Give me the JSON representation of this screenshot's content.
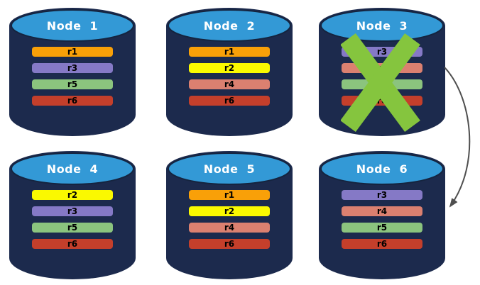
{
  "colors": {
    "canvas_bg": "#FFFFFF",
    "cylinder_body": "#1C2A4D",
    "cylinder_top": "#3399D6",
    "cylinder_top_rim": "#15243F",
    "failure_x": "#85C53E",
    "arrow": "#4F4F4F",
    "node_title_text": "#FFFFFF",
    "replica_text": "#000000"
  },
  "nodes": [
    {
      "id": "node-1",
      "title": "Node 1",
      "failed": false,
      "replicas": [
        {
          "label": "r1",
          "color": "#F9A008"
        },
        {
          "label": "r3",
          "color": "#8579C6"
        },
        {
          "label": "r5",
          "color": "#8BC47E"
        },
        {
          "label": "r6",
          "color": "#C43F2B"
        }
      ]
    },
    {
      "id": "node-2",
      "title": "Node 2",
      "failed": false,
      "replicas": [
        {
          "label": "r1",
          "color": "#F9A008"
        },
        {
          "label": "r2",
          "color": "#FAF900"
        },
        {
          "label": "r4",
          "color": "#DB8070"
        },
        {
          "label": "r6",
          "color": "#C43F2B"
        }
      ]
    },
    {
      "id": "node-3",
      "title": "Node 3",
      "failed": true,
      "replicas": [
        {
          "label": "r3",
          "color": "#8579C6"
        },
        {
          "label": "r4",
          "color": "#DB8070"
        },
        {
          "label": "r5",
          "color": "#8BC47E"
        },
        {
          "label": "r6",
          "color": "#C43F2B"
        }
      ]
    },
    {
      "id": "node-4",
      "title": "Node 4",
      "failed": false,
      "replicas": [
        {
          "label": "r2",
          "color": "#FAF900"
        },
        {
          "label": "r3",
          "color": "#8579C6"
        },
        {
          "label": "r5",
          "color": "#8BC47E"
        },
        {
          "label": "r6",
          "color": "#C43F2B"
        }
      ]
    },
    {
      "id": "node-5",
      "title": "Node 5",
      "failed": false,
      "replicas": [
        {
          "label": "r1",
          "color": "#F9A008"
        },
        {
          "label": "r2",
          "color": "#FAF900"
        },
        {
          "label": "r4",
          "color": "#DB8070"
        },
        {
          "label": "r6",
          "color": "#C43F2B"
        }
      ]
    },
    {
      "id": "node-6",
      "title": "Node 6",
      "failed": false,
      "replicas": [
        {
          "label": "r3",
          "color": "#8579C6"
        },
        {
          "label": "r4",
          "color": "#DB8070"
        },
        {
          "label": "r5",
          "color": "#8BC47E"
        },
        {
          "label": "r6",
          "color": "#C43F2B"
        }
      ]
    }
  ],
  "failure_marker": {
    "node": "Node 3",
    "symbol": "X"
  },
  "arrow": {
    "from": "Node 3",
    "to": "Node 6"
  }
}
